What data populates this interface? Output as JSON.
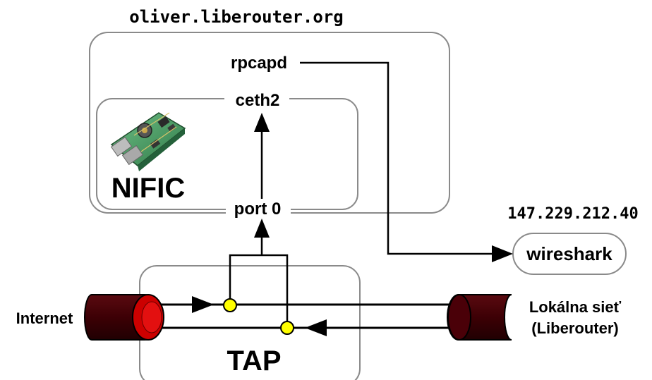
{
  "host": {
    "title": "oliver.liberouter.org"
  },
  "nodes": {
    "rpcapd": "rpcapd",
    "ceth2": "ceth2",
    "port0": "port 0",
    "nific": "NIFIC",
    "tap": "TAP",
    "wireshark": "wireshark",
    "wireshark_ip": "147.229.212.40",
    "internet": "Internet",
    "local_line1": "Lokálna sieť",
    "local_line2": "(Liberouter)"
  },
  "colors": {
    "cable": "#3d0005",
    "cable_end": "#cc0000",
    "tap_point": "#ffff00",
    "board": "#3e8e5a",
    "box_stroke": "#8a8a8a"
  }
}
